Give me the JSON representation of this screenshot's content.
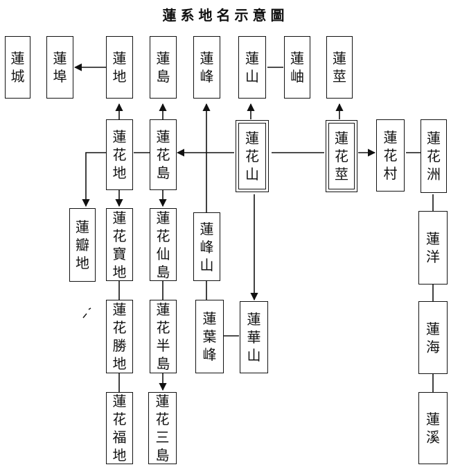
{
  "title": "蓮系地名示意圖",
  "nodes": {
    "lian_cheng": {
      "label": "蓮城"
    },
    "lian_bu": {
      "label": "蓮埠"
    },
    "lian_di": {
      "label": "蓮地"
    },
    "lian_dao": {
      "label": "蓮島"
    },
    "lian_feng": {
      "label": "蓮峰"
    },
    "lian_shan": {
      "label": "蓮山"
    },
    "lian_xiu": {
      "label": "蓮岫"
    },
    "lian_jing": {
      "label": "蓮莖"
    },
    "lianhua_di": {
      "label": "蓮花地"
    },
    "lianhua_dao": {
      "label": "蓮花島"
    },
    "lianhua_shan": {
      "label": "蓮花山"
    },
    "lianhua_jing": {
      "label": "蓮花莖"
    },
    "lianhua_cun": {
      "label": "蓮花村"
    },
    "lianhua_zhou": {
      "label": "蓮花洲"
    },
    "lian_ban_di": {
      "label": "蓮瓣地"
    },
    "lianhua_bao_di": {
      "label": "蓮花寶地"
    },
    "lianhua_xian_dao": {
      "label": "蓮花仙島"
    },
    "lian_feng_shan": {
      "label": "蓮峰山"
    },
    "lian_yang": {
      "label": "蓮洋"
    },
    "lianhua_sheng_di": {
      "label": "蓮花勝地"
    },
    "lianhua_ban_dao": {
      "label": "蓮花半島"
    },
    "lian_ye_feng": {
      "label": "蓮葉峰"
    },
    "lian_hua_shan2": {
      "label": "蓮華山"
    },
    "lian_hai": {
      "label": "蓮海"
    },
    "lianhua_fu_di": {
      "label": "蓮花福地"
    },
    "lianhua_san_dao": {
      "label": "蓮花三島"
    },
    "lian_xi": {
      "label": "蓮溪"
    }
  }
}
